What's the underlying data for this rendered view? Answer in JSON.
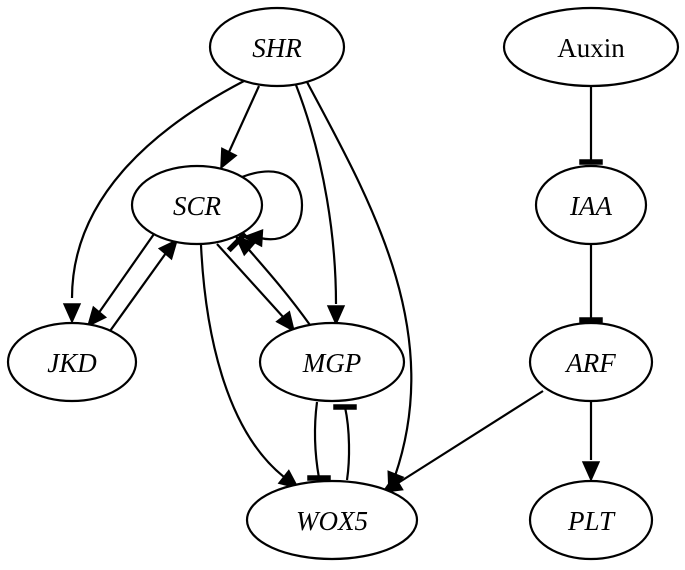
{
  "diagram": {
    "nodes": [
      {
        "id": "SHR",
        "label": "SHR",
        "italic": true
      },
      {
        "id": "Auxin",
        "label": "Auxin",
        "italic": false
      },
      {
        "id": "SCR",
        "label": "SCR",
        "italic": true
      },
      {
        "id": "IAA",
        "label": "IAA",
        "italic": true
      },
      {
        "id": "JKD",
        "label": "JKD",
        "italic": true
      },
      {
        "id": "MGP",
        "label": "MGP",
        "italic": true
      },
      {
        "id": "ARF",
        "label": "ARF",
        "italic": true
      },
      {
        "id": "WOX5",
        "label": "WOX5",
        "italic": true
      },
      {
        "id": "PLT",
        "label": "PLT",
        "italic": true
      }
    ],
    "edges": [
      {
        "from": "SHR",
        "to": "SCR",
        "type": "activation"
      },
      {
        "from": "SHR",
        "to": "JKD",
        "type": "activation"
      },
      {
        "from": "SHR",
        "to": "MGP",
        "type": "activation"
      },
      {
        "from": "SHR",
        "to": "WOX5",
        "type": "activation"
      },
      {
        "from": "SCR",
        "to": "SCR",
        "type": "activation"
      },
      {
        "from": "SCR",
        "to": "JKD",
        "type": "activation"
      },
      {
        "from": "JKD",
        "to": "SCR",
        "type": "activation"
      },
      {
        "from": "SCR",
        "to": "MGP",
        "type": "activation"
      },
      {
        "from": "MGP",
        "to": "SCR",
        "type": "activation"
      },
      {
        "from": "SCR",
        "to": "WOX5",
        "type": "activation"
      },
      {
        "from": "MGP",
        "to": "WOX5",
        "type": "inhibition"
      },
      {
        "from": "WOX5",
        "to": "MGP",
        "type": "inhibition"
      },
      {
        "from": "Auxin",
        "to": "IAA",
        "type": "inhibition"
      },
      {
        "from": "IAA",
        "to": "ARF",
        "type": "inhibition"
      },
      {
        "from": "ARF",
        "to": "WOX5",
        "type": "activation"
      },
      {
        "from": "ARF",
        "to": "PLT",
        "type": "activation"
      }
    ]
  }
}
